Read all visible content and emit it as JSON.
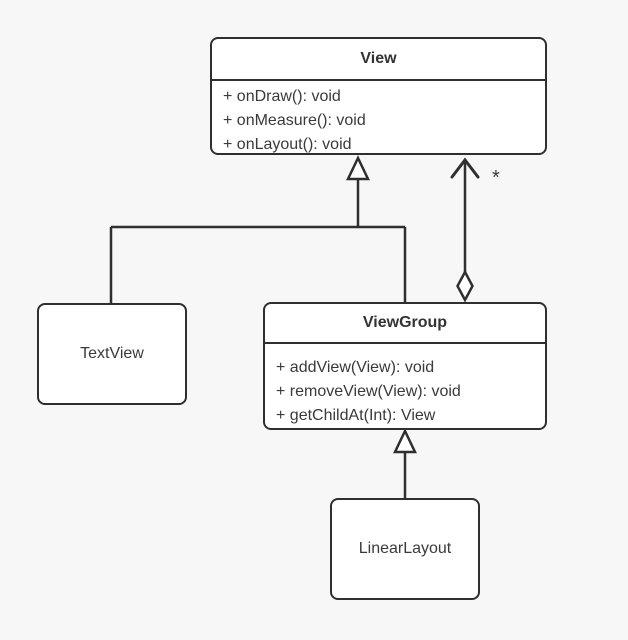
{
  "diagram": {
    "kind": "uml-class-diagram"
  },
  "classes": {
    "view": {
      "name": "View",
      "methods": [
        "+ onDraw(): void",
        "+ onMeasure(): void",
        "+ onLayout(): void"
      ]
    },
    "textview": {
      "name": "TextView"
    },
    "viewgroup": {
      "name": "ViewGroup",
      "methods": [
        "+ addView(View): void",
        "+ removeView(View): void",
        "+ getChildAt(Int): View"
      ]
    },
    "linearlayout": {
      "name": "LinearLayout"
    }
  },
  "relationships": {
    "textview_extends_view": {
      "type": "generalization",
      "from": "TextView",
      "to": "View"
    },
    "viewgroup_extends_view": {
      "type": "generalization",
      "from": "ViewGroup",
      "to": "View"
    },
    "linearlayout_extends_viewgroup": {
      "type": "generalization",
      "from": "LinearLayout",
      "to": "ViewGroup"
    },
    "viewgroup_aggregates_view": {
      "type": "aggregation",
      "from": "ViewGroup",
      "to": "View",
      "multiplicity": "*"
    }
  },
  "colors": {
    "background": "#f7f7f7",
    "box_fill": "#ffffff",
    "stroke": "#2f2f2f",
    "text": "#3a3a3a"
  }
}
